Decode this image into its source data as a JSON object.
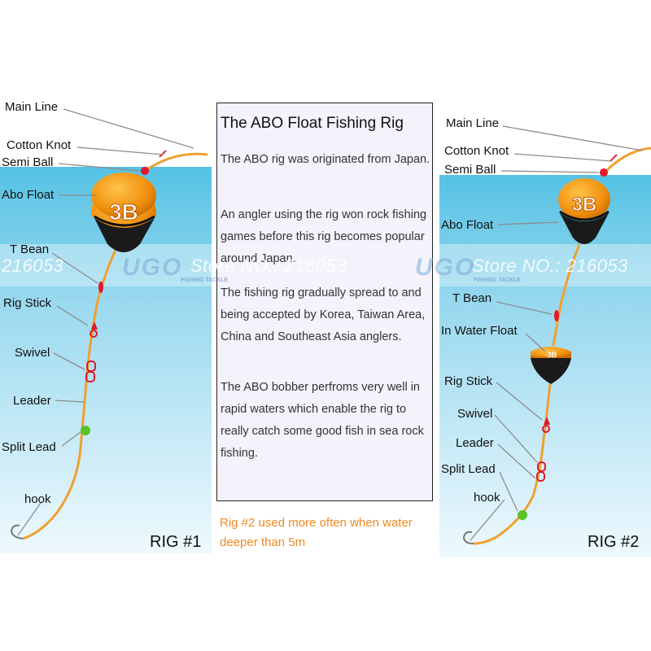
{
  "rig1": {
    "title": "RIG #1",
    "labels": {
      "main_line": "Main Line",
      "cotton_knot": "Cotton Knot",
      "semi_ball": "Semi Ball",
      "abo_float": "Abo Float",
      "t_bean": "T Bean",
      "rig_stick": "Rig Stick",
      "swivel": "Swivel",
      "leader": "Leader",
      "split_lead": "Split Lead",
      "hook": "hook"
    },
    "float_mark": "3B"
  },
  "rig2": {
    "title": "RIG #2",
    "labels": {
      "main_line": "Main Line",
      "cotton_knot": "Cotton Knot",
      "semi_ball": "Semi Ball",
      "abo_float": "Abo Float",
      "t_bean": "T Bean",
      "in_water_float": "In Water Float",
      "rig_stick": "Rig Stick",
      "swivel": "Swivel",
      "leader": "Leader",
      "split_lead": "Split Lead",
      "hook": "hook"
    },
    "float_mark": "3B",
    "small_float_mark": "-3B"
  },
  "info": {
    "title": "The ABO Float Fishing Rig",
    "paragraphs": [
      "The ABO rig was originated from Japan.",
      "An angler using the rig won rock fishing games before this rig becomes popular around Japan.",
      "The fishing rig gradually spread to and being accepted by Korea, Taiwan Area, China and Southeast Asia anglers.",
      "The ABO bobber perfroms very well in rapid waters which enable the rig to really catch some good fish in sea rock fishing."
    ],
    "note": "Rig #2 used more often when water deeper than 5m"
  },
  "watermark": {
    "store_text": "216053",
    "store_label": "Store NO.: 216053",
    "logo": "UGO",
    "logo_sub": "FISHING TACKLE"
  },
  "colors": {
    "water_top": "#5cc6e6",
    "water_bottom": "#dcf2fa",
    "line": "#f0a030",
    "float_orange": "#f29a12",
    "label_text": "#111111",
    "note_text": "#ee8a22",
    "pointer": "#8c8c8c"
  }
}
